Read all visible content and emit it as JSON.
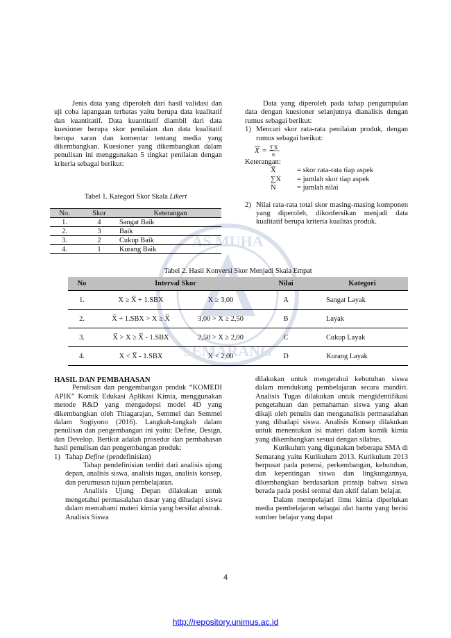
{
  "left_intro": "Jenis data yang diperoleh dari hasil validasi dan uji coba lapangaan terbatas yaitu berupa data kualitatif dan kuantitatif. Data kuantitatif diambil dari data kuesioner berupa skor penilaian dan data kualitatif berupa saran dan komentar tentang media yang dikembangkan. Kuesioner yang dikembangkan dalam penulisan ini menggunakan 5 tingkat penilaian dengan kriteria sebagai berikut:",
  "table1": {
    "caption_prefix": "Tabel 1. Kategori Skor Skala ",
    "caption_italic": "Likert",
    "headers": [
      "No.",
      "Skor",
      "Keterangan"
    ],
    "rows": [
      [
        "1.",
        "4",
        "Sangat Baik"
      ],
      [
        "2.",
        "3",
        "Baik"
      ],
      [
        "3.",
        "2",
        "Cukup Baik"
      ],
      [
        "4.",
        "1",
        "Kurang Baik"
      ]
    ]
  },
  "right_intro": "Data yang diperoleh pada tahap pengumpulan data dengan kuesioner selanjutnya dianalisis dengan rumus sebagai berikut:",
  "item1_num": "1)",
  "item1_text": "Mencari skor rata-rata penilaian produk, dengan rumus sebagai berikut:",
  "formula": "X = ∑X / n",
  "keterangan_label": "Keterangan:",
  "keterangan": [
    {
      "sym": "X̅",
      "desc": "= skor rata-rata tiap aspek"
    },
    {
      "sym": "∑X",
      "desc": "= jumlah skor tiap aspek"
    },
    {
      "sym": "N",
      "desc": "= jumlah nilai"
    }
  ],
  "item2_num": "2)",
  "item2_text": "Nilai rata-rata total skor masing-masing komponen yang diperoleh, dikonfersikan menjadi data kualitatif berupa kriteria kualitas produk.",
  "table2": {
    "caption": "Tabel 2. Hasil Konversi Skor Menjadi Skala Empat",
    "headers": [
      "No",
      "Interval Skor",
      "Nilai",
      "Kategori"
    ],
    "rows": [
      {
        "no": "1.",
        "interval": "X ≥ X̅ + 1.SBX",
        "range": "X ≥ 3,00",
        "nilai": "A",
        "kategori": "Sangat Layak"
      },
      {
        "no": "2.",
        "interval": "X̅ + 1.SBX > X ≥ X̅",
        "range": "3,00 > X ≥ 2,50",
        "nilai": "B",
        "kategori": "Layak"
      },
      {
        "no": "3.",
        "interval": "X̅ > X ≥ X̅ - 1.SBX",
        "range": "2,50 > X ≥ 2,00",
        "nilai": "C",
        "kategori": "Cukup Layak"
      },
      {
        "no": "4.",
        "interval": "X < X̅ - 1.SBX",
        "range": "X < 2,00",
        "nilai": "D",
        "kategori": "Kurang Layak"
      }
    ]
  },
  "section_heading": "HASIL DAN PEMBAHASAN",
  "left_p1": "Penulisan dan pengembangan produk “KOMEDI APIK” Komik Edukasi Aplikasi Kimia, menggunakan metode R&D yang mengadopsi model 4D yang dikembangkan oleh Thiagarajan, Semmel dan Semmel dalam Sugiyono (2016). Langkah-langkah dalam penulisan dan pengembangan ini yaitu: Define, Design, dan Develop. Berikut adalah prosedur dan pembahasan hasil penulisan dan pengembangan produk:",
  "step1_num": "1)",
  "step1_label": "Tahap ",
  "step1_italic": "Define",
  "step1_rest": " (pendefinisian)",
  "left_p2": "Tahap pendefinisian terdiri dari analisis ujung depan, analisis siswa, analisis tugas, analisis konsep, dan perumusan tujuan pembelajaran.",
  "left_p3": "Analisis Ujung Depan dilakukan untuk mengetahui permasalahan dasar yang dihadapi siswa dalam memahami materi kimia yang bersifat abstrak. Analisis Siswa",
  "right_p1": "dilakukan untuk mengetahui kebutuhan siswa dalam mendukung pembelajaran secara mandiri. Analisis Tugas dilakukan untuk mengidentifikasi pengetahuan dan pemahaman siswa yang akan dikaji oleh penulis dan menganalisis permasalahan yang dihadapi siswa. Analisis Konsep dilakukan untuk menentukan isi materi dalam komik kimia yang dikembangkan sesuai dengan silabus.",
  "right_p2": "Kurikulum yang digunakan beberapa SMA di Semarang yaitu Kurikulum 2013. Kurikulum 2013 berpusat pada potensi, perkembangan, kebutuhan, dan kepentingan siswa dan lingkungannya, dikembangkan berdasarkan prinsip bahwa siswa berada pada posisi sentral dan aktif dalam belajar.",
  "right_p3": "Dalam mempelajari ilmu kimia diperlukan media pembelajaran sebagai alat bantu yang berisi sumber belajar yang dapat",
  "page_number": "4",
  "footer_link": "http://repository.unimus.ac.id",
  "watermark_top": "AS MUHA",
  "watermark_bottom": "SEMARANG"
}
